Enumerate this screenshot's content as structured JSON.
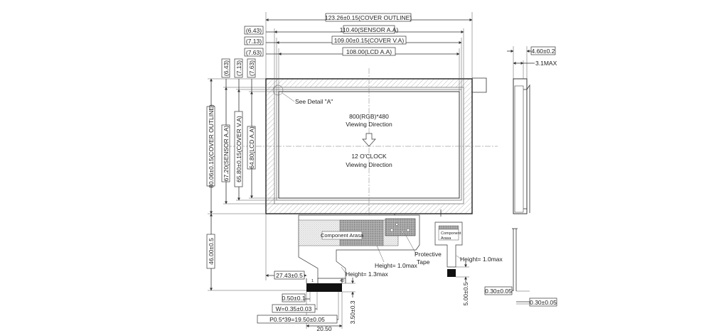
{
  "dimensions": {
    "top": {
      "cover_outline": "123.26±0.15(COVER OUTLINE)",
      "sensor_aa": "110.40(SENSOR A.A)",
      "cover_va": "109.00±0.15(COVER V.A)",
      "lcd_aa": "108.00(LCD A.A)",
      "offset_sensor": "(6.43)",
      "offset_cover_va": "(7.13)",
      "offset_lcd": "(7.63)"
    },
    "left": {
      "cover_outline": "80.06±0.15(COVER OUTLINE)",
      "sensor_aa": "67.20(SENSOR A.A)",
      "cover_va": "65.80±0.15(COVER V.A)",
      "lcd_aa": "64.80(LCD A.A)",
      "offset_sensor": "(6.43)",
      "offset_cover_va": "(7.13)",
      "offset_lcd": "(7.63)",
      "fpc_length": "46.00±0.5"
    },
    "bottom": {
      "fpc_offset": "27.43±0.5",
      "pin_pitch_gap": "0.50±0.1",
      "pin_width": "W=0.35±0.03",
      "pin_pitch_total": "P0.5*39=19.50±0.05",
      "fpc_width": "20.50",
      "stiffener": "3.50±0.3",
      "tail_length": "5.00±0.5"
    },
    "side": {
      "thickness": "4.60±0.2",
      "max_height": "3.1MAX",
      "tail_thickness_1": "0.30±0.05",
      "tail_thickness_2": "0.30±0.05"
    }
  },
  "labels": {
    "detail": "See Detail \"A\"",
    "resolution": "800(RGB)*480",
    "viewing_direction_1": "Viewing Direction",
    "clock": "12 O'CLOCK",
    "viewing_direction_2": "Viewing Direction",
    "component_area": "Component Arasa",
    "component_area_small_1": "Component",
    "component_area_small_2": "Arasa",
    "height_fpc": "Height= 1.3max",
    "height_center": "Height= 1.0max",
    "height_right": "Height= 1.0max",
    "protective_tape_1": "Protective",
    "protective_tape_2": "Tape",
    "pin_1": "1",
    "pin_40": "40"
  }
}
